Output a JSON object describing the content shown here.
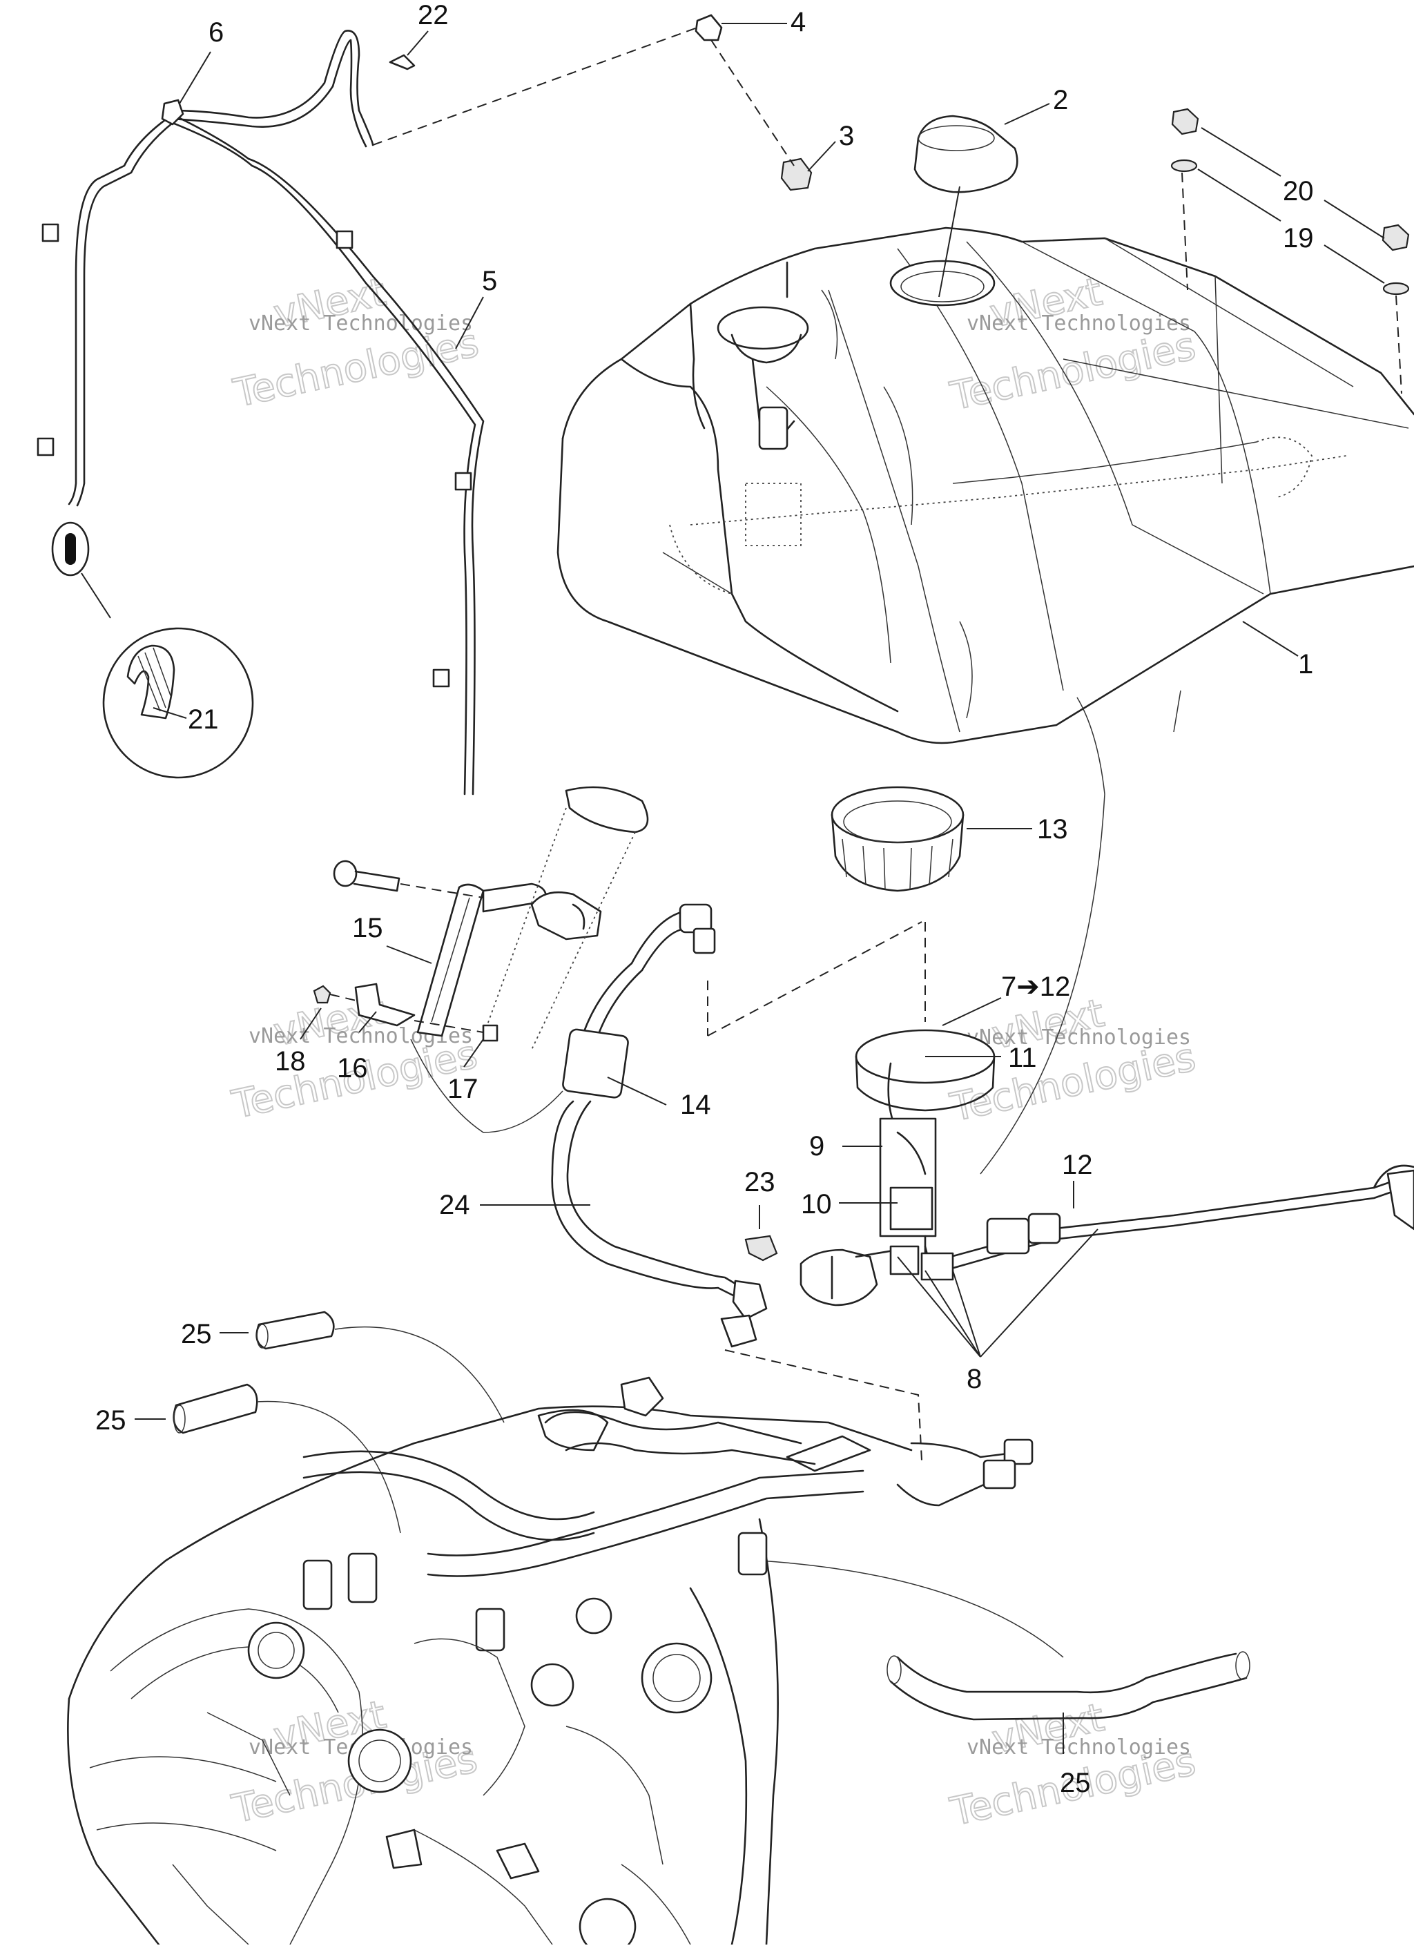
{
  "labels": [
    {
      "id": "1",
      "text": "1"
    },
    {
      "id": "2",
      "text": "2"
    },
    {
      "id": "3",
      "text": "3"
    },
    {
      "id": "4",
      "text": "4"
    },
    {
      "id": "5",
      "text": "5"
    },
    {
      "id": "6",
      "text": "6"
    },
    {
      "id": "7",
      "text": "7➔12"
    },
    {
      "id": "8",
      "text": "8"
    },
    {
      "id": "9",
      "text": "9"
    },
    {
      "id": "10",
      "text": "10"
    },
    {
      "id": "11",
      "text": "11"
    },
    {
      "id": "12",
      "text": "12"
    },
    {
      "id": "13",
      "text": "13"
    },
    {
      "id": "14",
      "text": "14"
    },
    {
      "id": "15",
      "text": "15"
    },
    {
      "id": "16",
      "text": "16"
    },
    {
      "id": "17",
      "text": "17"
    },
    {
      "id": "18",
      "text": "18"
    },
    {
      "id": "19",
      "text": "19"
    },
    {
      "id": "20",
      "text": "20"
    },
    {
      "id": "21",
      "text": "21"
    },
    {
      "id": "22",
      "text": "22"
    },
    {
      "id": "23",
      "text": "23"
    },
    {
      "id": "24",
      "text": "24"
    },
    {
      "id": "25a",
      "text": "25"
    },
    {
      "id": "25b",
      "text": "25"
    },
    {
      "id": "25c",
      "text": "25"
    }
  ],
  "watermark": {
    "line1": "vNext Technologies",
    "line2": "vNext",
    "line3": "Technologies"
  }
}
